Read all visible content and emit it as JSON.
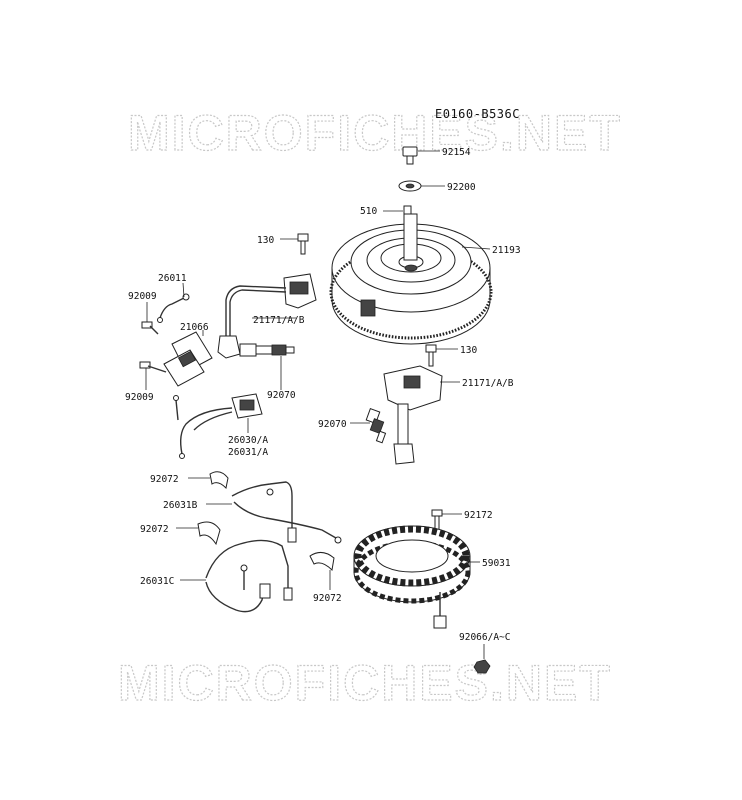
{
  "diagram_code": "E0160-B536C",
  "watermark_text": "MICROFICHES.NET",
  "labels": {
    "p92154": "92154",
    "p92200": "92200",
    "p510": "510",
    "p130_top": "130",
    "p21193": "21193",
    "p26011": "26011",
    "p92009_top": "92009",
    "p21066": "21066",
    "p21171_left": "21171/A/B",
    "p130_mid": "130",
    "p92009_bottom": "92009",
    "p92070_left": "92070",
    "p21171_right": "21171/A/B",
    "p92070_right": "92070",
    "p26030": "26030/A",
    "p26031": "26031/A",
    "p92072_top": "92072",
    "p26031b": "26031B",
    "p92172": "92172",
    "p92072_mid": "92072",
    "p59031": "59031",
    "p26031c": "26031C",
    "p92072_bottom": "92072",
    "p92066": "92066/A~C"
  }
}
